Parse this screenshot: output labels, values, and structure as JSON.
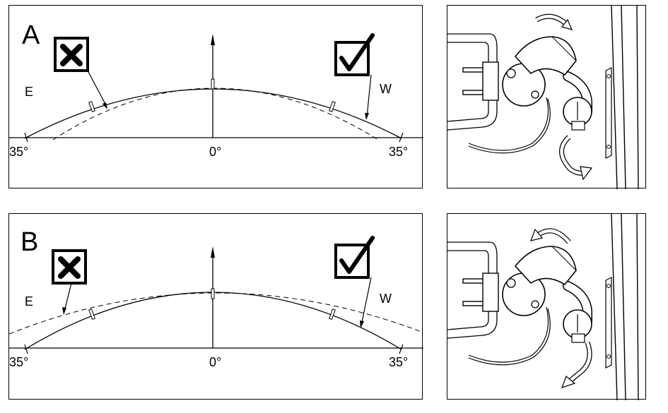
{
  "panel_a": {
    "letter": "A",
    "east_label": "E",
    "west_label": "W",
    "left_angle": "35°",
    "center_angle": "0°",
    "right_angle": "35°",
    "wrong_icon": "cross-box-icon",
    "right_icon": "check-box-icon",
    "rotation": "clockwise"
  },
  "panel_b": {
    "letter": "B",
    "east_label": "E",
    "west_label": "W",
    "left_angle": "35°",
    "center_angle": "0°",
    "right_angle": "35°",
    "wrong_icon": "cross-box-icon",
    "right_icon": "check-box-icon",
    "rotation": "counterclockwise"
  },
  "colors": {
    "line": "#000000",
    "background": "#ffffff"
  }
}
